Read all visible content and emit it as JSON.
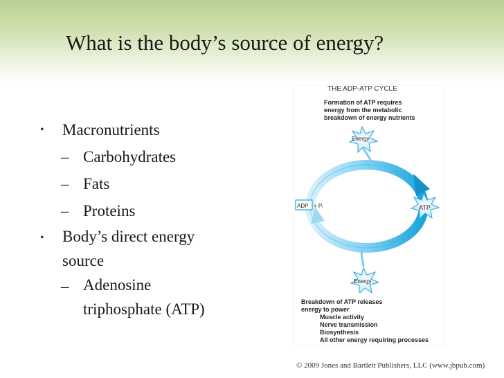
{
  "slide": {
    "title": "What is the body’s source of energy?",
    "bullets": {
      "b1": "Macronutrients",
      "b1_sub1": "Carbohydrates",
      "b1_sub2": "Fats",
      "b1_sub3": "Proteins",
      "b2_line1": "Body’s direct energy",
      "b2_line2": "source",
      "b2_sub1_line1": "Adenosine",
      "b2_sub1_line2": "triphosphate (ATP)"
    },
    "bullet_symbol": "•",
    "dash_symbol": "–"
  },
  "diagram": {
    "title": "THE ADP-ATP CYCLE",
    "top_text": [
      "Formation of ATP requires",
      "energy from the metabolic",
      "breakdown of energy nutrients"
    ],
    "energy_top": "Energy",
    "energy_bottom": "Energy",
    "adp_label": "ADP",
    "pi_label": "+ Pᵢ",
    "atp_label": "ATP",
    "bottom_text": {
      "line1": "Breakdown of ATP releases",
      "line2": "energy to power",
      "items": [
        "Muscle activity",
        "Nerve transmission",
        "Biosynthesis",
        "All other energy requiring processes"
      ]
    }
  },
  "footer": {
    "copyright": "© 2009 Jones and Bartlett Publishers, LLC (www.jbpub.com)"
  }
}
